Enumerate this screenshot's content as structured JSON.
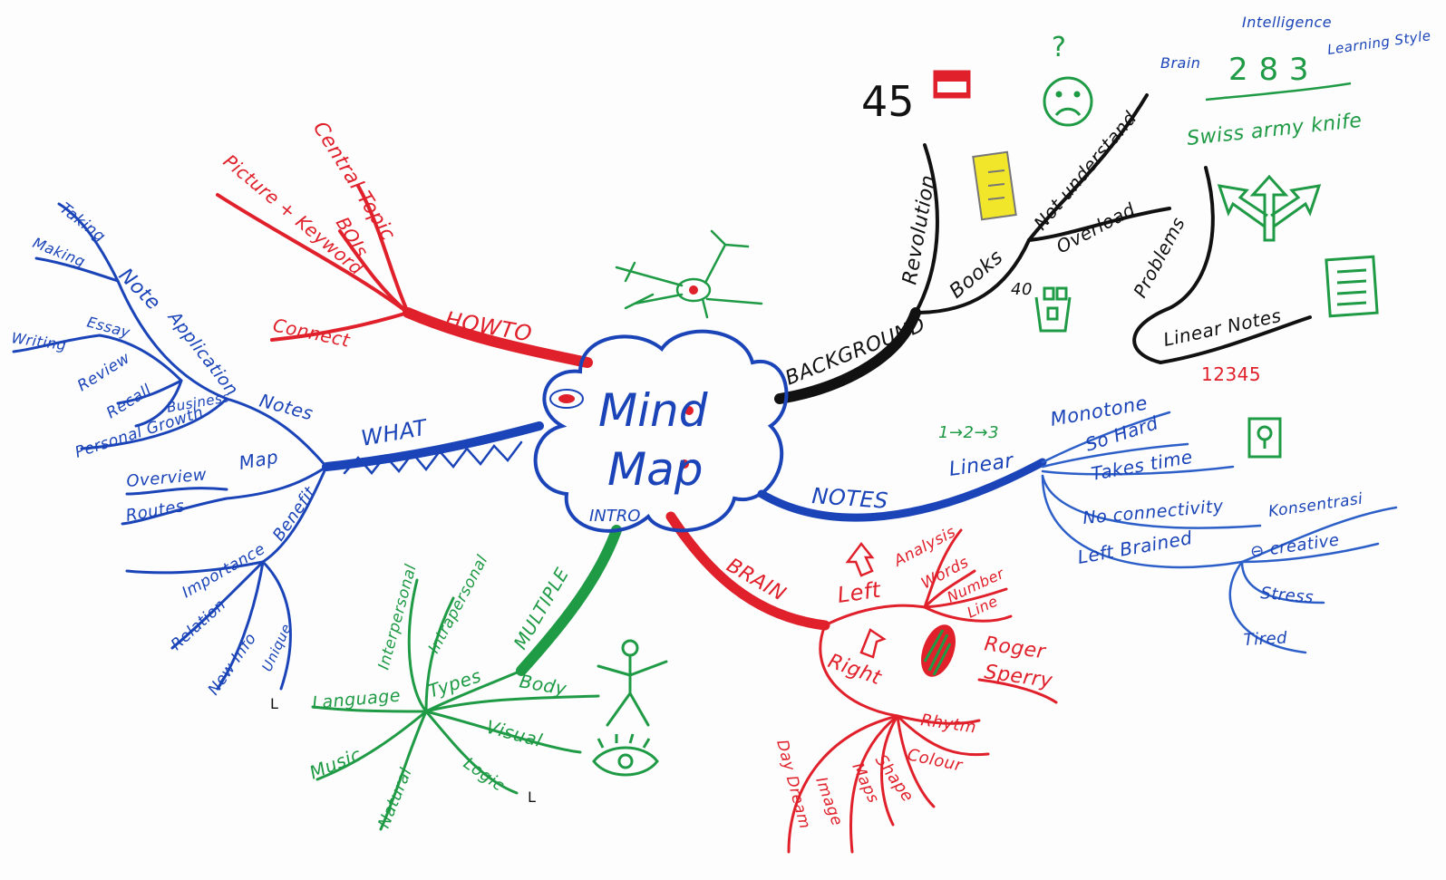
{
  "colors": {
    "red": "#e0202a",
    "blue": "#1a44b8",
    "blue_light": "#2d5fc8",
    "green": "#1f9a45",
    "black": "#111111",
    "yellow": "#f2e62a"
  },
  "center": {
    "title_line1": "Mind",
    "title_line2": "Map",
    "sub": "INTRO"
  },
  "howto": {
    "main": "HOWTO",
    "items": [
      "Central Topic",
      "BOIs",
      "Picture + Keyword",
      "Connect"
    ]
  },
  "background": {
    "main": "BACKGROUND",
    "revolution": "Revolution",
    "books": "Books",
    "not_understand": "Not understand",
    "overload": "Overload",
    "problems": "Problems",
    "linear_notes": "Linear Notes",
    "swiss": "Swiss army knife",
    "brain": "Brain",
    "num_283": "2 8 3",
    "intelligence": "Intelligence",
    "learning_style": "Learning Style",
    "num_45": "45",
    "num_40": "40",
    "question": "?"
  },
  "what": {
    "main": "WHAT",
    "notes": "Notes",
    "note": "Note",
    "taking": "Taking",
    "making": "Making",
    "application": "Application",
    "essay": "Essay",
    "writing": "Writing",
    "review": "Review",
    "recall": "Recall",
    "business": "Business",
    "personal_growth": "Personal Growth",
    "map": "Map",
    "overview": "Overview",
    "routes": "Routes",
    "benefit": "Benefit",
    "importance": "Importance",
    "relation": "Relation",
    "new_info": "New Info",
    "unique": "Unique",
    "mark_l": "L"
  },
  "notes_branch": {
    "main": "NOTES",
    "linear": "Linear",
    "seq": "1→2→3",
    "monotone": "Monotone",
    "nums": "12345",
    "so_hard": "So Hard",
    "takes_time": "Takes time",
    "no_conn": "No connectivity",
    "left_brained": "Left Brained",
    "konsentrasi": "Konsentrasi",
    "creative": "⊖ creative",
    "stress": "Stress",
    "tired": "Tired"
  },
  "brain": {
    "main": "BRAIN",
    "left": "Left",
    "analysis": "Analysis",
    "words": "Words",
    "number": "Number",
    "line": "Line",
    "right": "Right",
    "roger": "Roger",
    "sperry": "Sperry",
    "rhythm": "Rhytm",
    "colour": "Colour",
    "shape": "Shape",
    "maps": "Maps",
    "image": "Image",
    "day_dream": "Day Dream"
  },
  "multiple": {
    "main": "MULTIPLE",
    "types": "Types",
    "interpersonal": "Interpersonal",
    "intrapersonal": "Intrapersonal",
    "language": "Language",
    "body": "Body",
    "visual": "Visual",
    "logic": "Logic",
    "music": "Music",
    "natural": "Natural",
    "mark_l": "L"
  }
}
